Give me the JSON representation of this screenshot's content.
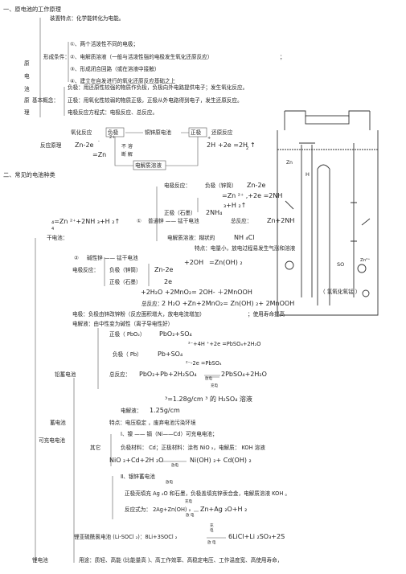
{
  "s1": {
    "heading": "一、原电池的工作原理",
    "side_label": [
      "原",
      "电",
      "池",
      "原",
      "理"
    ],
    "device_features": "装置特点：化学能转化为电能。",
    "conditions_label": "形成条件：",
    "conditions": [
      "①、两个活泼性不同的电极；",
      "②、电解质溶液（一般与活泼性强的电极发生氧化还原反应）",
      "③、形成闭合回路（或在溶液中接触）",
      "④、建立在自发进行的氧化还原反应基础之上"
    ],
    "cond_end": "；",
    "basic_label": "基本概念：",
    "concepts": [
      "负极：用还原性较强的物质作负极，负极向外电路提供电子；发生氧化反应。",
      "正极：用氧化性较弱的物质正极，正极从外电路得到电子，发生还原反应。",
      "电极反应方程式：电极反应、总反应。"
    ],
    "scheme": {
      "oxidation": "氧化反应",
      "negative": "负极",
      "cell": "铜锌原电池",
      "positive": "正极",
      "reduction": "还原反应",
      "principle": "反应原理",
      "left_eq": "Zn-2e",
      "left_eq2": "=Zn",
      "sup2": "2+",
      "sup_minus": "-",
      "middle": "不 溶",
      "middle2": "断 解",
      "electrolyte": "电解质溶液",
      "right_eq": "2H",
      "right_eq_rest": "+2e =2H",
      "right_sup": "+",
      "sub2": "2",
      "arrow_up": "↑"
    },
    "figure_labels": {
      "h2": "H",
      "so4": "SO",
      "zn": "Zn",
      "zn2": "Zn²⁺"
    }
  },
  "s2": {
    "heading": "二、常见的电池种类",
    "dry_label": "干电池：",
    "dry": {
      "electrode": "电极反应：",
      "negative": "负极（锌筒）",
      "neg_eq": "Zn-2e",
      "neg_eq2": "=Zn ²⁺ ,+2e =2NH",
      "neg_eq3": "₃+H ₂↑",
      "positive": "正极（石墨）",
      "pos_eq": "2NH₄",
      "total_left": "₄=Zn ²⁺+2NH ₃+H ₂↑",
      "circle1": "①",
      "ordinary": "普通锌 —— 锰干电池",
      "total": "总反应：",
      "total_eq": "Zn+2NH",
      "sub4": "4",
      "electrolyte": "电解质溶液：糊状的",
      "electrolyte_eq": "NH ₄Cl",
      "feature": "特点：电量小，放电过程易发生气涨和溶液",
      "circle2": "②",
      "alkaline": "碱性锌 —— 锰干电池",
      "electrode2": "电极反应：",
      "neg2": "负极（锌筒）",
      "neg2_eq": "Zn-2e",
      "neg2_eq2": "+2OH",
      "neg2_eq3": "=Zn(OH) ₂",
      "pos2": "正极（石墨）",
      "pos2_eq": "2e",
      "pos2_eq2": "+2H₂O +2MnO₂= 2OH- ＋2MnOOH",
      "pos2_note": "（ 氢氧化氧锰 ）",
      "total2": "总反应：",
      "total2_eq": "2 H₂O +Zn+2MnO₂= Zn(OH) ₂+ 2MnOOH",
      "elec_note": "电极：负极由锌改锌粉（反应面积增大，放电电流增加）",
      "life": "；使用寿命提高",
      "electrolyte2": "电解液：由中性变为碱性（离子导电性好）"
    },
    "lead_label": "铅蓄电池",
    "lead": {
      "pos": "正极（ PbO₂）",
      "pos_eq": "PbO₂+SO₄",
      "pos_eq2": "²⁻+4H ⁺+2e =PbSO₄+2H₂O",
      "neg": "负极（ Pb）",
      "neg_eq": "Pb+SO₄",
      "neg_eq2": "²⁻-2e =PbSO₄",
      "total": "总反应：",
      "total_eq": "PbO₂+Pb+2H₂SO₄",
      "total_eq2": "2PbSO₄+2H₂O",
      "discharge": "放电",
      "charge": "充电",
      "density": "³=1.28g/cm ³ 的  H₂SO₄  溶液",
      "electrolyte": "电解液：",
      "electrolyte2": "1.25g/cm"
    },
    "storage_label": "蓄电池",
    "storage_feature": "特点：电压稳定 ，废弃电池污染环境",
    "rechargeable_label": "可充电电池",
    "other_label": "其它",
    "nicd": {
      "title": "Ⅰ、镍 —— 镉（Ni——Cd）可充电电池；",
      "materials": "负极材料：  Cd；正极材料：涂有    NiO ₂，电解质：    KOH  溶液",
      "eq": "NiO ₂+Cd+2H ₂O",
      "eq2": "Ni(OH) ₂+ Cd(OH) ₂",
      "discharge": "放电"
    },
    "silverzinc": {
      "title": "Ⅱ、银锌蓄电池",
      "charge": "放电",
      "desc": "正极壳填充  Ag ₂O 和石墨，负极盖填充锌汞合金，电解质溶液         KOH 。",
      "charge_top": "充电",
      "reaction": "反应式为：    2Ag+Zn(OH) ₂",
      "reaction2": "Zn+Ag ₂O+H ₂",
      "discharge_bottom": "放 电"
    },
    "lisocl": {
      "charge": "充",
      "text": "锂亚硫酰氯电池  (Li-SOCl ₂)：8Li+3SOCl ₂",
      "text2": "6LiCl+Li ₂SO₃+2S",
      "elec": "电",
      "discharge": "放 电"
    },
    "lithium_label": "锂电池",
    "lithium_use": "用途：质轻、高能  (比能量高 )、高工作效率、高稳定电压、工作温度宽、高使用寿命，"
  }
}
